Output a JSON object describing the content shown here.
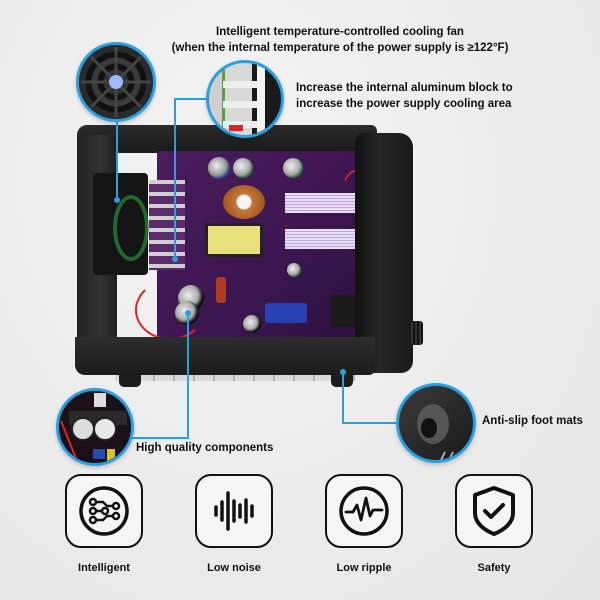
{
  "callouts": {
    "fan": {
      "title_line1": "Intelligent temperature-controlled cooling fan",
      "title_line2": "(when the internal temperature of the power supply is ≥122°F)"
    },
    "aluminum_block": {
      "line1": "Increase the internal aluminum block to",
      "line2": "increase the power supply cooling area"
    },
    "components": {
      "label": "High quality components"
    },
    "foot_mats": {
      "label": "Anti-slip foot mats"
    }
  },
  "features": [
    {
      "label": "Intelligent",
      "icon": "circuit-icon"
    },
    {
      "label": "Low noise",
      "icon": "sound-wave-icon"
    },
    {
      "label": "Low ripple",
      "icon": "pulse-icon"
    },
    {
      "label": "Safety",
      "icon": "shield-check-icon"
    }
  ],
  "colors": {
    "accent": "#2a9fe0",
    "text": "#111111",
    "background": "#ebebeb"
  }
}
